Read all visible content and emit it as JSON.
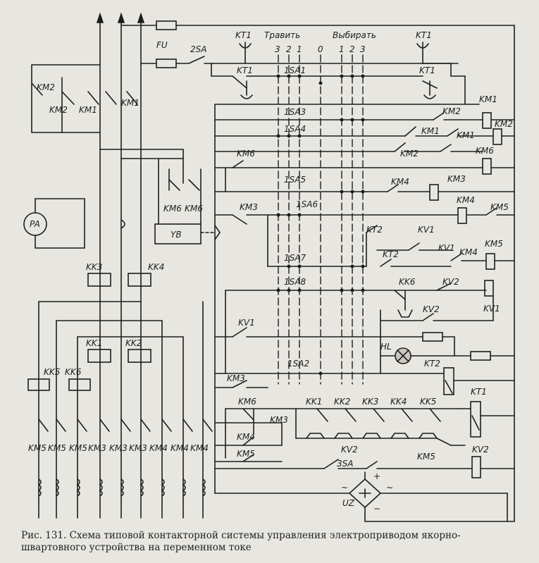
{
  "colors": {
    "ink": "#1d1d1d",
    "paper": "#e7e6e0",
    "lamp": "#c9c7c0"
  },
  "header": {
    "fuse": "FU",
    "switch_2sa": "2SA",
    "timer_left": "KT1",
    "timer_right": "KT1",
    "hoist_out": "Травить",
    "hoist_in": "Выбирать",
    "positions": [
      "3",
      "2",
      "1",
      "0",
      "1",
      "2",
      "3"
    ]
  },
  "power": {
    "km2_top": "KM2",
    "km2": "KM2",
    "km1": "KM1",
    "km1_b": "KM1",
    "ammeter": "PA",
    "km6_a": "KM6",
    "km6_b": "KM6",
    "brake": "YB",
    "kk3": "KK3",
    "kk4": "KK4",
    "kk1": "KK1",
    "kk2": "KK2",
    "kk5": "KK5",
    "kk6": "KK6",
    "contacts": [
      "KM5",
      "KM5",
      "KM5",
      "KM3",
      "KM3",
      "KM3",
      "KM4",
      "KM4",
      "KM4"
    ]
  },
  "controller": {
    "sa1": "1SA1",
    "sa3": "1SA3",
    "sa4": "1SA4",
    "sa5": "1SA5",
    "sa6": "1SA6",
    "sa7": "1SA7",
    "sa8": "1SA8",
    "sa2": "1SA2"
  },
  "control": {
    "kt1_contact": "KT1",
    "kt1_contact_r": "KT1",
    "km1_coil": "KM1",
    "km2_c": "KM2",
    "km1_c": "KM1",
    "km1_c2": "KM1",
    "km2_coil": "KM2",
    "km6": "KM6",
    "km2_c2": "KM2",
    "km6_coil": "KM6",
    "km4_c": "KM4",
    "km3_coil": "KM3",
    "km3_c": "KM3",
    "km4_coil": "KM4",
    "km5_c": "KM5",
    "kt2_top": "KT2",
    "kv1_c": "KV1",
    "kv1_c2": "KV1",
    "km4_c2": "KM4",
    "km5_coil": "KM5",
    "kt2_c": "KT2",
    "kk6_c": "KK6",
    "kv2_c": "KV2",
    "kv2_c2": "KV2",
    "kv1_coil": "KV1",
    "kv1_row": "KV1",
    "hl": "HL",
    "kt2_coil": "KT2",
    "km3_row": "KM3",
    "km6_row": "KM6",
    "km4_row": "KM4",
    "km3_row2": "KM3",
    "km5_row": "KM5",
    "overloads": [
      "KK1",
      "KK2",
      "KK3",
      "KK4",
      "KK5"
    ],
    "km5_bot": "KM5",
    "kt1_coil": "KT1",
    "kv2_row": "KV2",
    "sa3_switch": "3SA",
    "kv2_coil": "KV2",
    "plus": "+",
    "minus": "−",
    "tilde": "~",
    "rectifier": "UZ"
  },
  "caption": {
    "text": "Рис. 131. Схема типовой контакторной системы управления электроприводом якорно-швартовного устройства на переменном токе"
  }
}
